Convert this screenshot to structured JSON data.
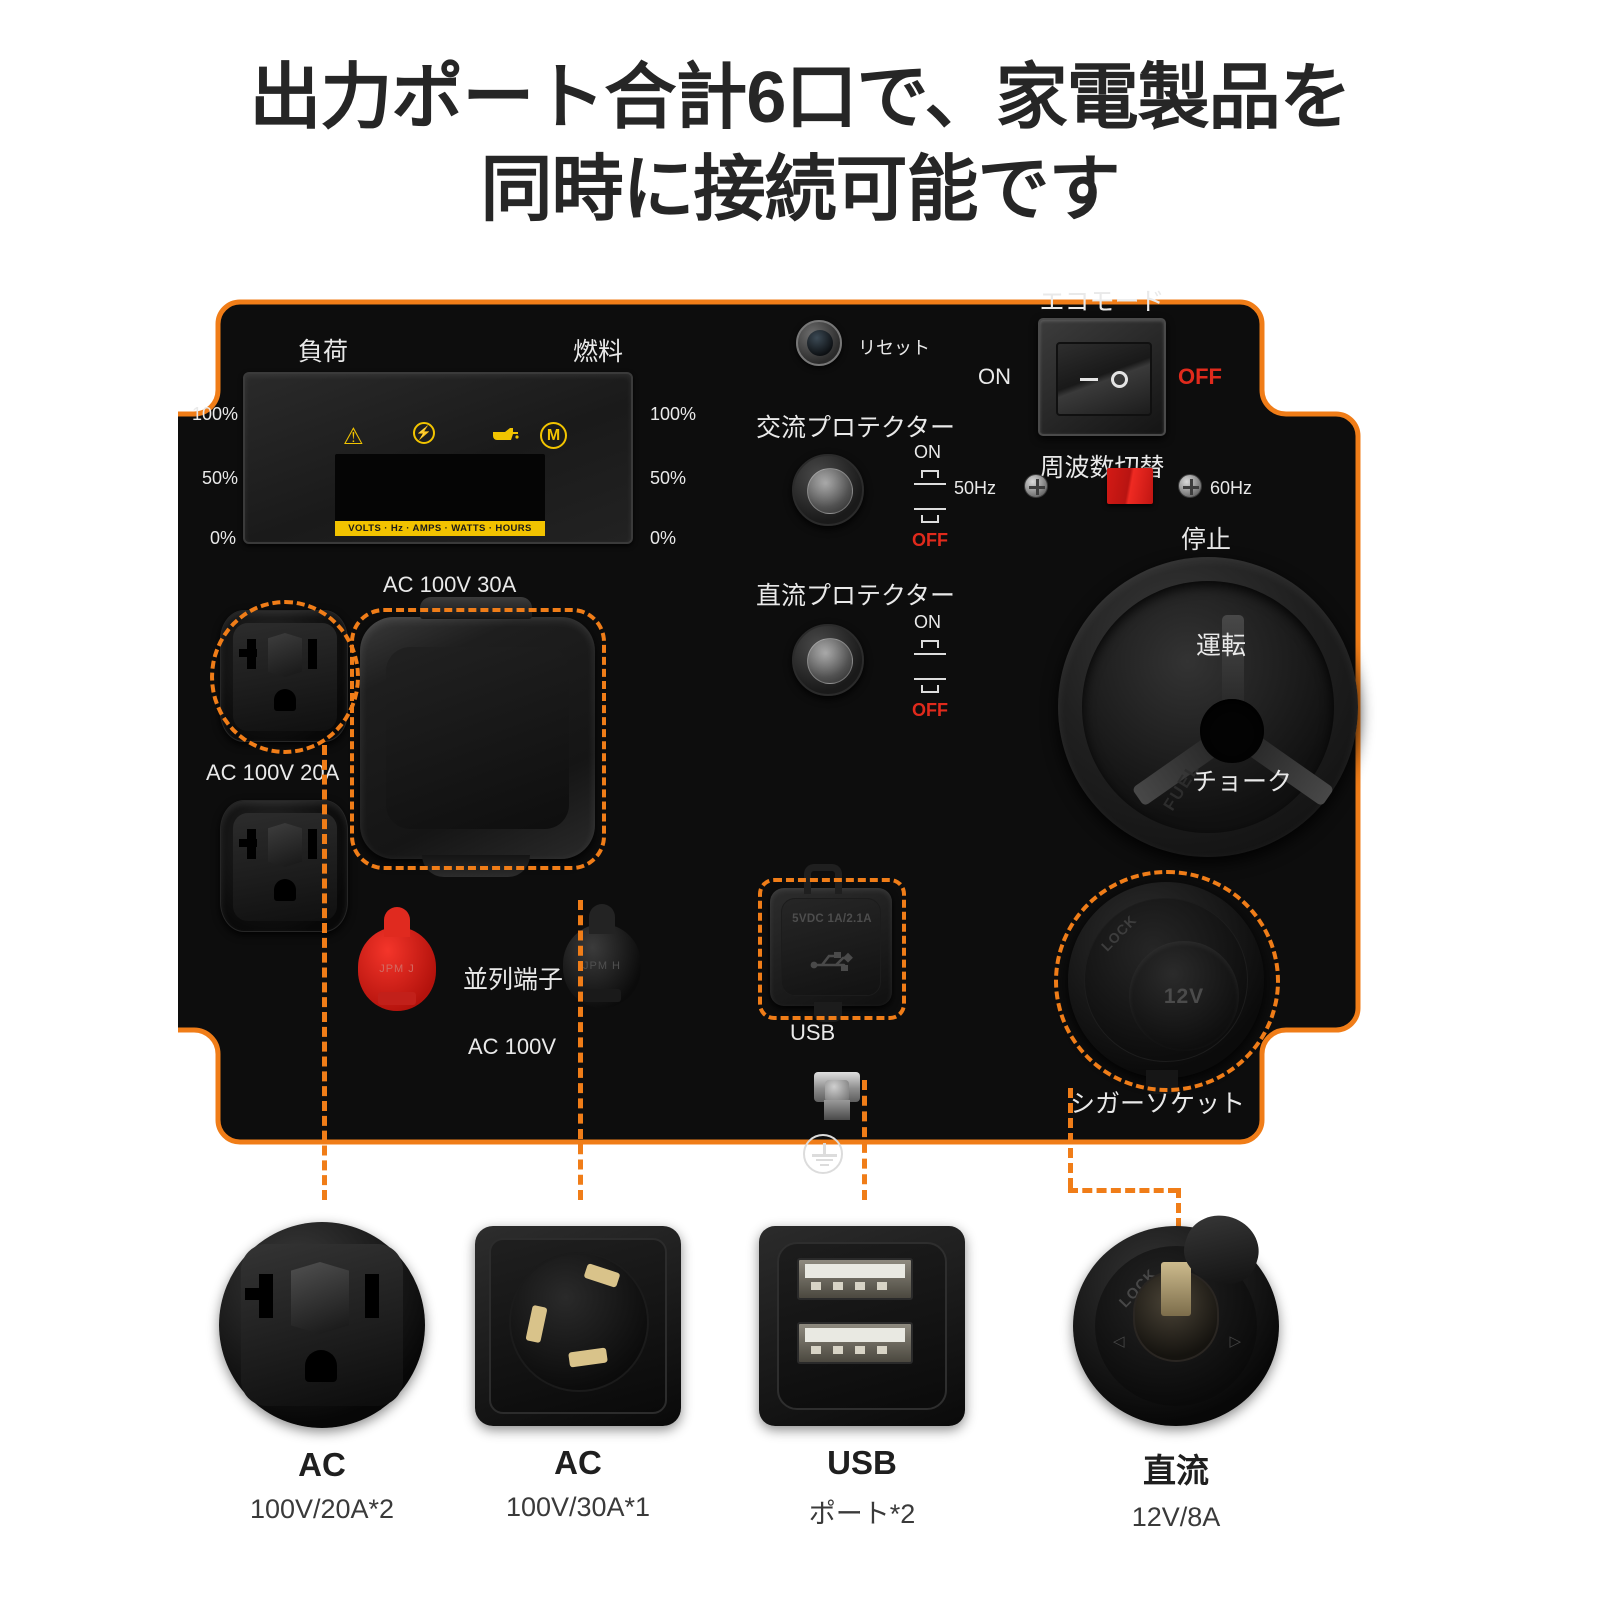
{
  "heading": {
    "line1": "出力ポート合計6口で、家電製品を",
    "line2": "同時に接続可能です"
  },
  "panel": {
    "display": {
      "load_label": "負荷",
      "fuel_label": "燃料",
      "load_scale": [
        "100%",
        "50%",
        "0%"
      ],
      "fuel_scale": [
        "100%",
        "50%",
        "0%"
      ],
      "units_strip": "VOLTS · Hz · AMPS · WATTS · HOURS",
      "icons": [
        "warning-triangle",
        "bolt-circle",
        "oil-can",
        "m-circle"
      ],
      "m_glyph": "M"
    },
    "labels": {
      "ac30": "AC 100V 30A",
      "ac20": "AC 100V 20A",
      "reset": "リセット",
      "ac_protector": "交流プロテクター",
      "dc_protector": "直流プロテクター",
      "eco_mode": "エコモード",
      "eco_on": "ON",
      "eco_off": "OFF",
      "freq_switch": "周波数切替",
      "freq_50": "50Hz",
      "freq_60": "60Hz",
      "stop": "停止",
      "run": "運転",
      "choke": "チョーク",
      "fuel_word": "FUEL",
      "parallel_terminal": "並列端子",
      "parallel_voltage": "AC 100V",
      "post_red": "JPM J",
      "post_black": "JPM H",
      "usb": "USB",
      "usb_rating": "5VDC 1A/2.1A",
      "cigar_socket": "シガーソケット",
      "cigar_v": "12V",
      "cigar_lock": "LOCK",
      "protector_on": "ON",
      "protector_off": "OFF"
    }
  },
  "callouts": [
    {
      "title": "AC",
      "sub": "100V/20A*2"
    },
    {
      "title": "AC",
      "sub": "100V/30A*1"
    },
    {
      "title": "USB",
      "sub": "ポート*2"
    },
    {
      "title": "直流",
      "sub": "12V/8A"
    }
  ],
  "colors": {
    "accent_orange": "#f07d18",
    "panel_black": "#111111",
    "text_dark": "#262626",
    "warn_red": "#e02a1c",
    "meter_yellow": "#f2c400"
  }
}
